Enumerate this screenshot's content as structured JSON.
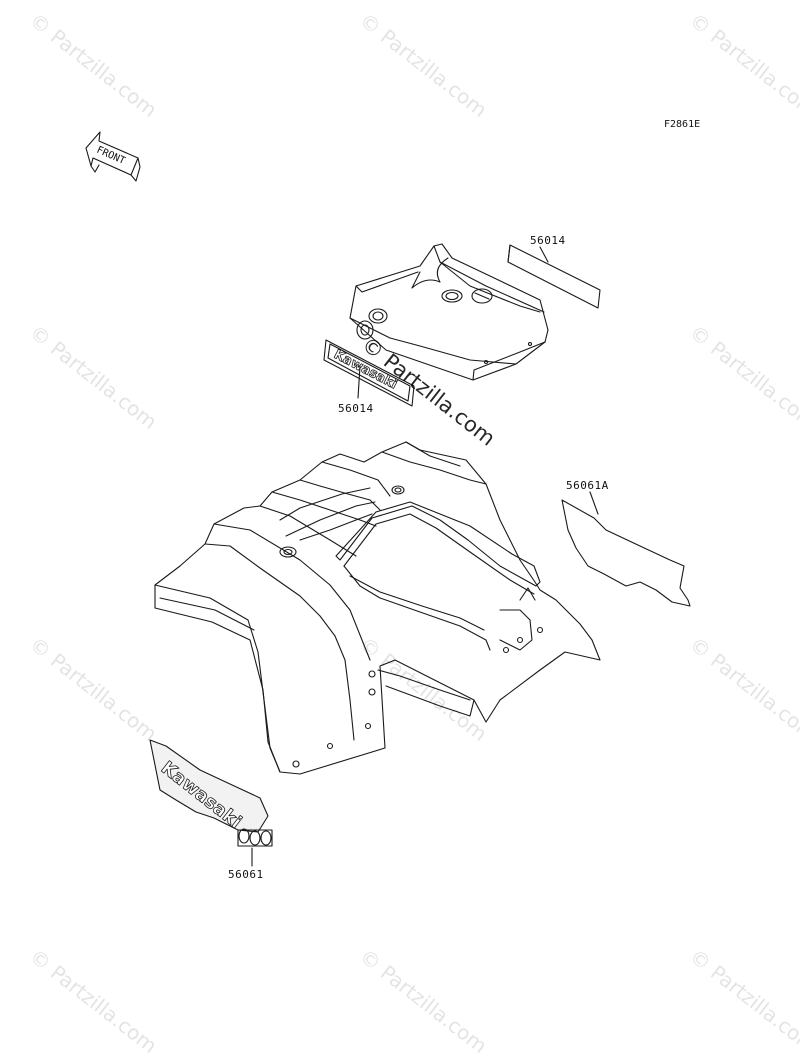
{
  "diagram_code": "F2861E",
  "front_label": "FRONT",
  "brand_decal_text": "Kawasaki",
  "watermark_text": "© Partzilla.com",
  "callouts": {
    "top_panel_decal": "56014",
    "brand_decal": "56014",
    "side_decal": "56061A",
    "fender_decal": "56061"
  },
  "colors": {
    "line": "#1a1a1a",
    "background": "#ffffff"
  }
}
